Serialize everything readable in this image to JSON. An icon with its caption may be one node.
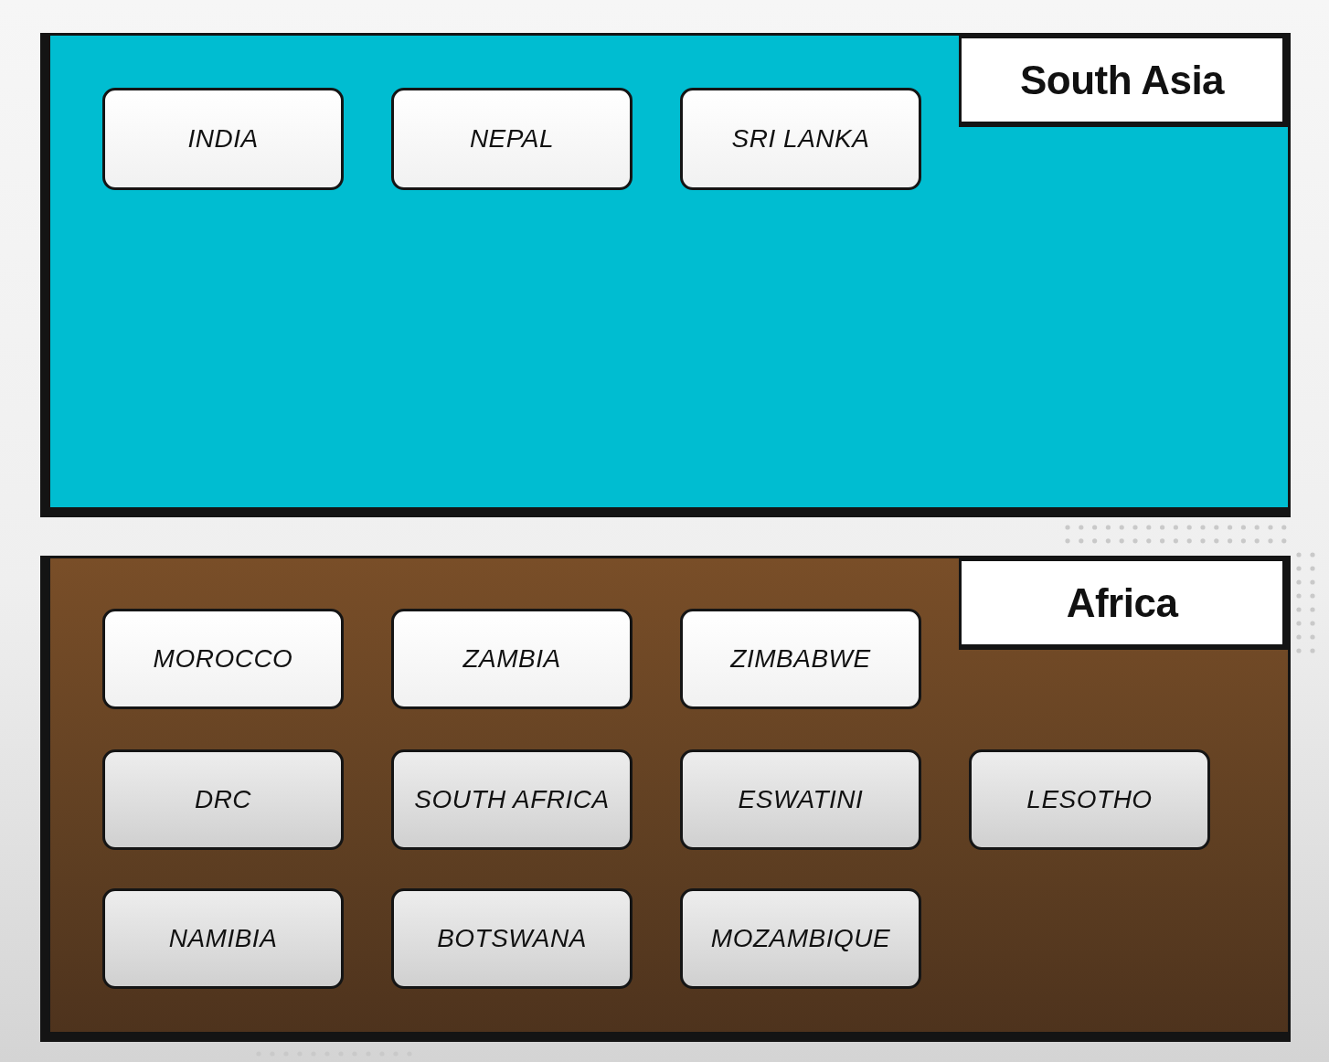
{
  "diagram": {
    "nodes": [
      {
        "text": [
          "South Asia"
        ]
      },
      {
        "text": [
          "INDIA"
        ],
        "in": 0
      },
      {
        "text": [
          "NEPAL"
        ],
        "in": 0
      },
      {
        "text": [
          "SRI LANKA"
        ],
        "in": 0
      },
      {
        "text": [
          "Africa"
        ]
      },
      {
        "text": [
          "MOROCCO"
        ],
        "in": 4
      },
      {
        "text": [
          "ZAMBIA"
        ],
        "in": 4
      },
      {
        "text": [
          "ZIMBABWE"
        ],
        "in": 4
      },
      {
        "text": [
          "DRC"
        ],
        "in": 4
      },
      {
        "text": [
          "SOUTH AFRICA"
        ],
        "in": 4
      },
      {
        "text": [
          "ESWATINI"
        ],
        "in": 4
      },
      {
        "text": [
          "LESOTHO"
        ],
        "in": 4
      },
      {
        "text": [
          "NAMIBIA"
        ],
        "in": 4
      },
      {
        "text": [
          "BOTSWANA"
        ],
        "in": 4
      },
      {
        "text": [
          "MOZAMBIQUE"
        ],
        "in": 4
      }
    ]
  }
}
